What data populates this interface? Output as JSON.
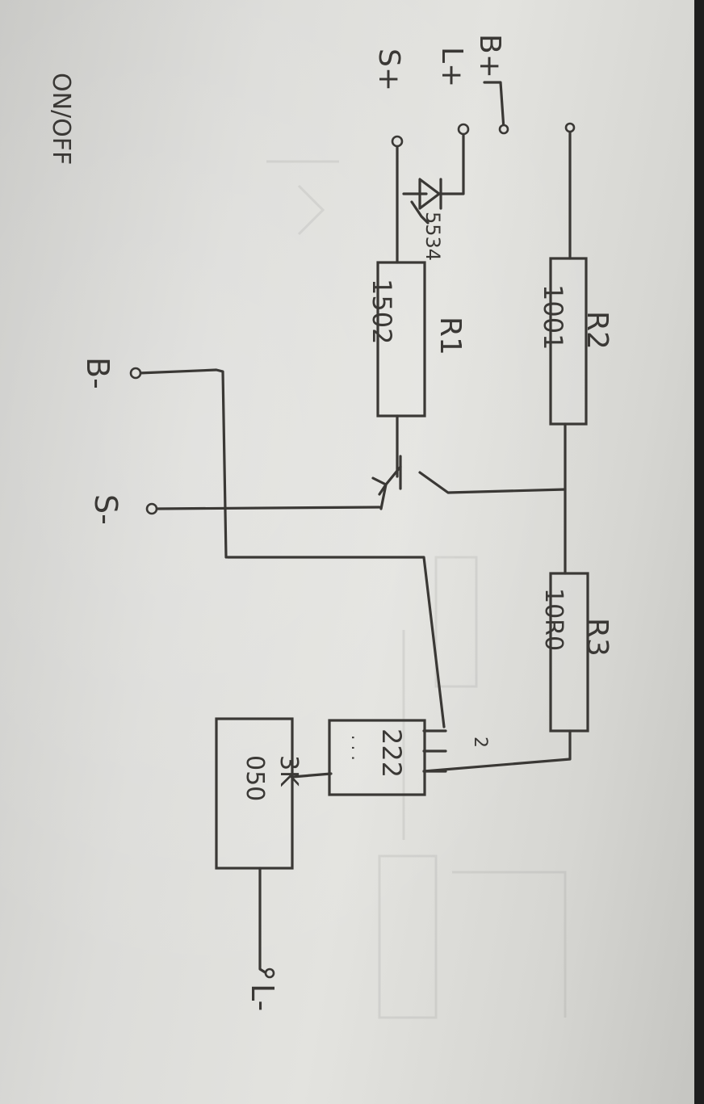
{
  "diagram": {
    "terminals": {
      "on_off": "ON/OFF",
      "b_plus": "B+",
      "l_plus": "L+",
      "s_plus": "S+",
      "b_minus": "B-",
      "s_minus": "S-",
      "l_minus": "L-"
    },
    "components": {
      "r2": {
        "name": "R2",
        "value": "1001"
      },
      "r1": {
        "name": "R1",
        "value": "1502"
      },
      "r3": {
        "name": "R3",
        "value": "10R0"
      },
      "diode": {
        "name": "5534"
      },
      "ic": {
        "marking": "222",
        "dots": "· · ·",
        "pin_marker": "2"
      },
      "capacitor": {
        "value": "3K",
        "code": "050"
      }
    }
  }
}
